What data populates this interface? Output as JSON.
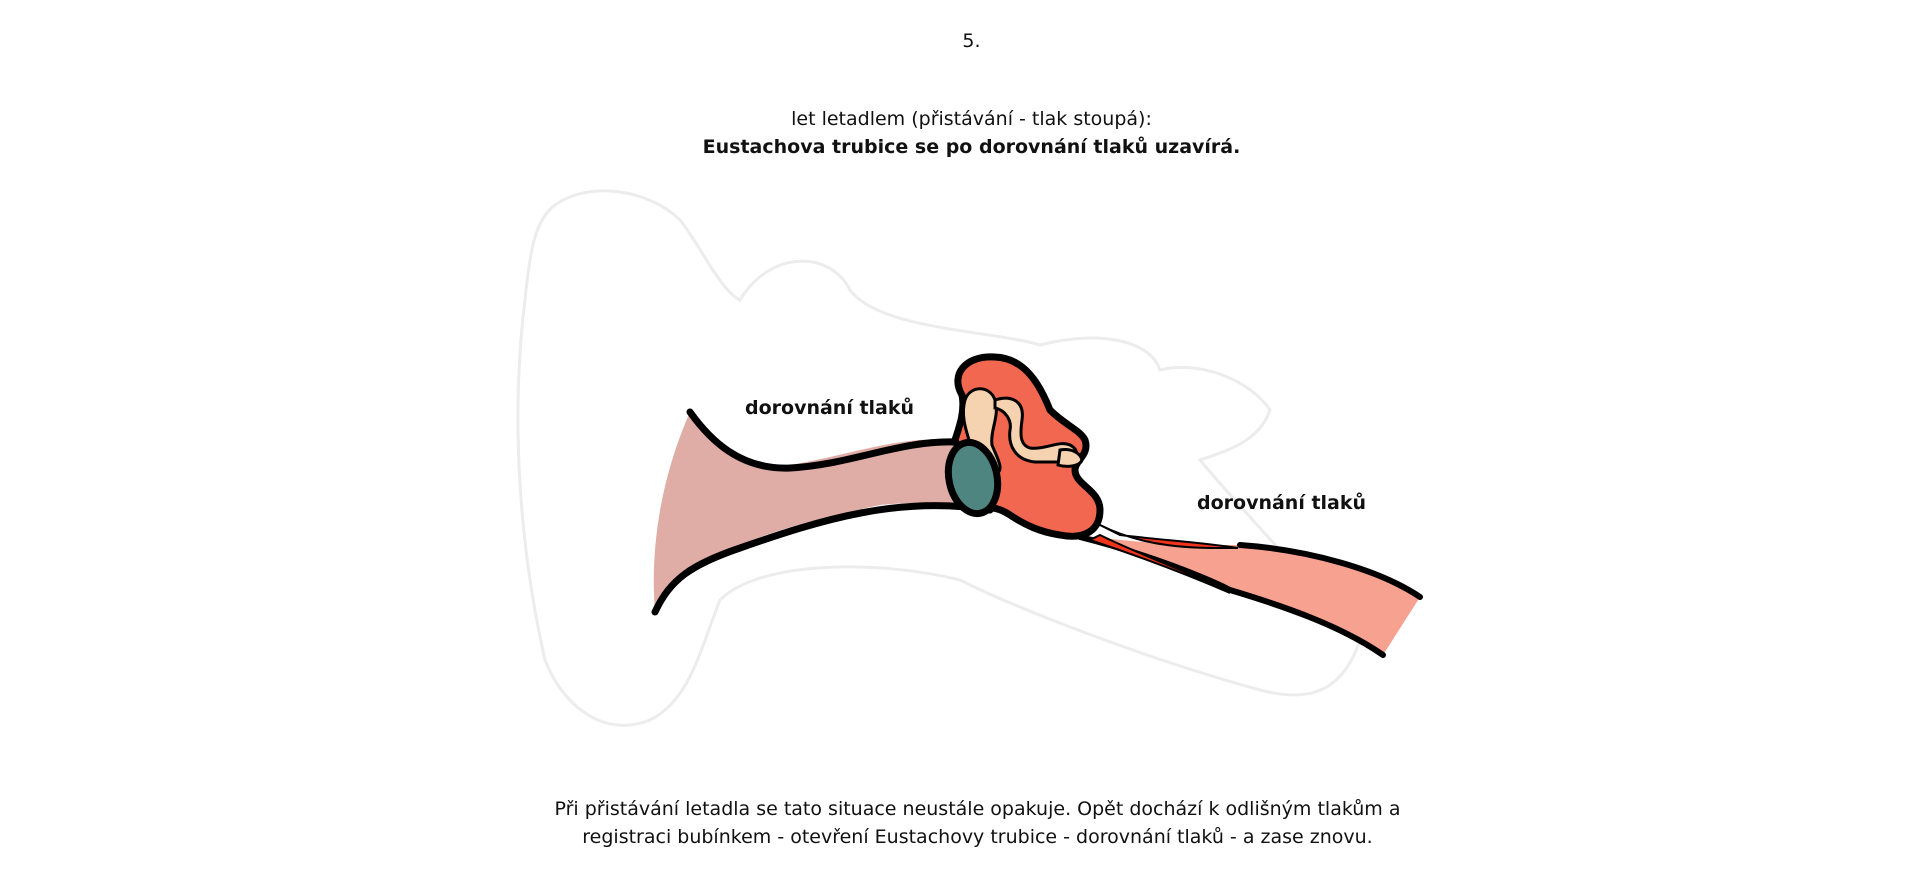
{
  "page": {
    "number": "5."
  },
  "heading": {
    "line1": "let letadlem (přistávání - tlak stoupá):",
    "line2": "Eustachova trubice se po dorovnání tlaků uzavírá."
  },
  "diagram": {
    "label_outer": "dorovnání tlaků",
    "label_tube": "dorovnání tlaků",
    "colors": {
      "ear_canal": "#e0aca6",
      "eardrum": "#4f8580",
      "middle_ear": "#f2674f",
      "ossicles": "#f5d3b0",
      "eustachian_tube": "#f7a190",
      "tube_muscle": "#f0341c",
      "outline": "#000000"
    }
  },
  "description": {
    "line1": "Při přistávání letadla se tato situace neustále opakuje. Opět dochází k odlišným tlakům a",
    "line2": "registraci bubínkem - otevření Eustachovy trubice - dorovnání tlaků - a zase znovu."
  }
}
